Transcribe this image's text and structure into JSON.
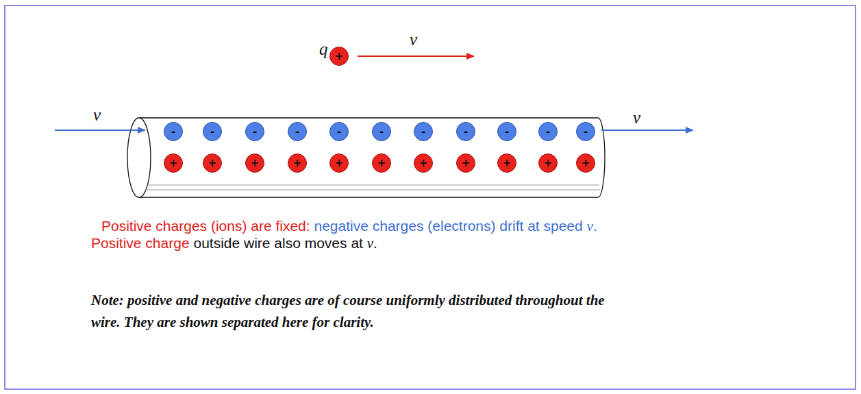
{
  "diagram": {
    "nodes": [
      {
        "text": [
          "+"
        ]
      },
      {
        "text": [
          "-"
        ]
      },
      {
        "text": [
          "-"
        ]
      },
      {
        "text": [
          "-"
        ]
      },
      {
        "text": [
          "-"
        ]
      },
      {
        "text": [
          "-"
        ]
      },
      {
        "text": [
          "-"
        ]
      },
      {
        "text": [
          "-"
        ]
      },
      {
        "text": [
          "-"
        ]
      },
      {
        "text": [
          "-"
        ]
      },
      {
        "text": [
          "-"
        ]
      },
      {
        "text": [
          "-"
        ]
      },
      {
        "text": [
          "+"
        ]
      },
      {
        "text": [
          "+"
        ]
      },
      {
        "text": [
          "+"
        ]
      },
      {
        "text": [
          "+"
        ]
      },
      {
        "text": [
          "+"
        ]
      },
      {
        "text": [
          "+"
        ]
      },
      {
        "text": [
          "+"
        ]
      },
      {
        "text": [
          "+"
        ]
      },
      {
        "text": [
          "+"
        ]
      },
      {
        "text": [
          "+"
        ]
      },
      {
        "text": [
          "+"
        ]
      }
    ],
    "labels": [
      "q",
      "v",
      "v",
      "v",
      "Positive charges (ions) are fixed:",
      "negative charges (electrons) drift at speed",
      "v",
      ".",
      "Positive charge",
      "outside wire also moves at",
      "v",
      ".",
      "Note:",
      "positive and negative charges are of course uniformly distributed throughout the wire. They are shown separated here for clarity."
    ]
  }
}
